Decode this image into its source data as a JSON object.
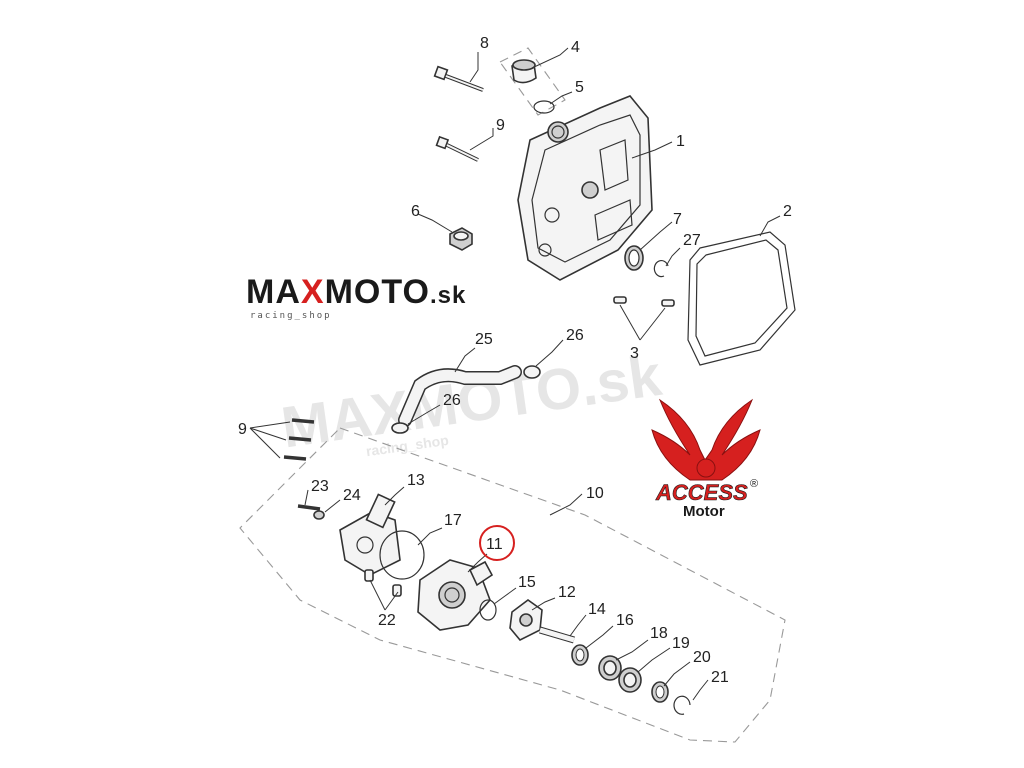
{
  "brand": {
    "logo_main_a": "MA",
    "logo_main_x": "X",
    "logo_main_b": "MOTO",
    "logo_suffix": ".sk",
    "logo_tagline": "racing_shop",
    "colors": {
      "black": "#1a1a1a",
      "red": "#d6201f"
    }
  },
  "watermark": {
    "text": "MAXMOTO.sk",
    "tagline": "racing_shop"
  },
  "access_logo": {
    "word": "ACCESS",
    "registered": "®",
    "sub": "Motor",
    "color": "#d6201f"
  },
  "callouts": {
    "p1": "1",
    "p2": "2",
    "p3": "3",
    "p4": "4",
    "p5": "5",
    "p6": "6",
    "p7": "7",
    "p8": "8",
    "p9a": "9",
    "p9b": "9",
    "p10": "10",
    "p11": "11",
    "p12": "12",
    "p13": "13",
    "p14": "14",
    "p15": "15",
    "p16": "16",
    "p17": "17",
    "p18": "18",
    "p19": "19",
    "p20": "20",
    "p21": "21",
    "p22": "22",
    "p23": "23",
    "p24": "24",
    "p25": "25",
    "p26a": "26",
    "p26b": "26",
    "p27": "27"
  },
  "highlight": {
    "part": "11",
    "color": "#d6201f"
  }
}
